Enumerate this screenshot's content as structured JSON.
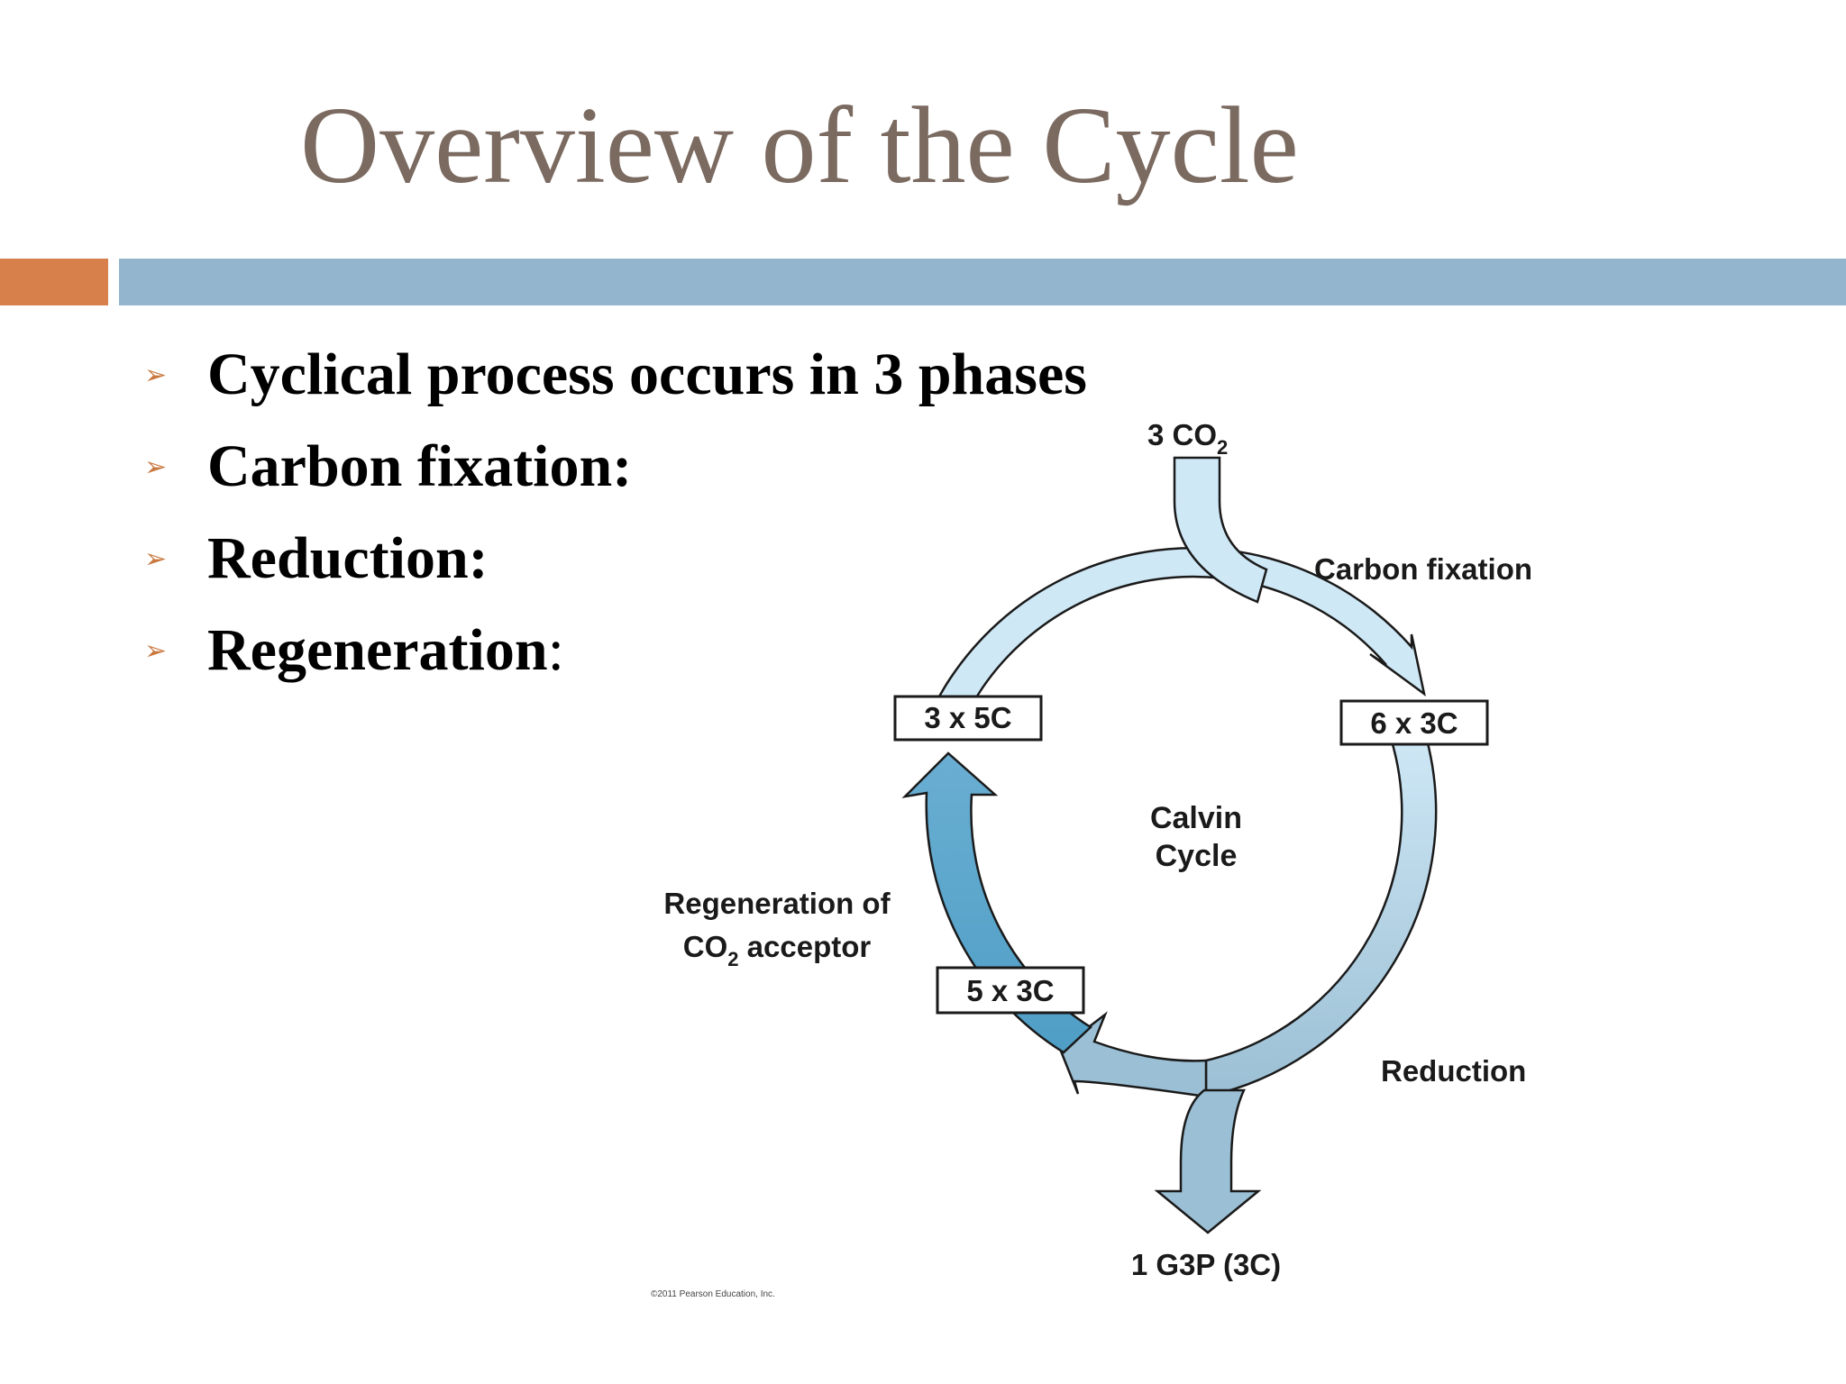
{
  "slide": {
    "title": "Overview of the Cycle",
    "bullets": [
      {
        "text": "Cyclical process occurs in 3 phases",
        "suffix": ""
      },
      {
        "text": "Carbon fixation:",
        "suffix": ""
      },
      {
        "text": "Reduction:",
        "suffix": ""
      },
      {
        "text": "Regeneration",
        "suffix": ":"
      }
    ],
    "bullet_marker": "➢",
    "colors": {
      "title": "#7b6a60",
      "accent_bar": "#d8804c",
      "main_bar": "#94b5ce",
      "bullet_marker": "#c9783f"
    }
  },
  "diagram": {
    "input_label": {
      "main": "3 CO",
      "sub": "2"
    },
    "center_label": [
      "Calvin",
      "Cycle"
    ],
    "phase_labels": {
      "carbon_fixation": "Carbon fixation",
      "reduction": "Reduction",
      "regeneration_line1": "Regeneration of",
      "regeneration_line2": {
        "main": "CO",
        "sub": "2",
        "rest": " acceptor"
      }
    },
    "boxes": {
      "box_5c": "3 x 5C",
      "box_6x3c": "6 x 3C",
      "box_5x3c": "5 x 3C"
    },
    "output_label": "1 G3P (3C)",
    "credit": "©2011 Pearson Education, Inc.",
    "colors": {
      "light_blue": "#cfe8f6",
      "mid_blue": "#9bbfd4",
      "dark_blue": "#5aa3c8",
      "outline": "#1a1a1a"
    }
  }
}
